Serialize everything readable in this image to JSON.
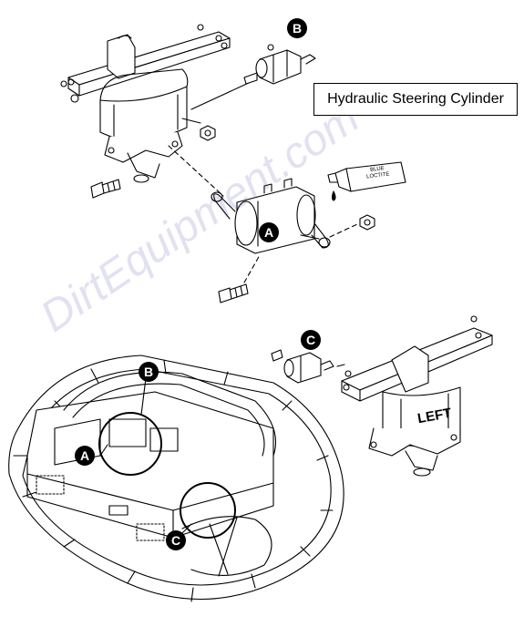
{
  "title": "Hydraulic Steering Cylinder",
  "watermark": "DirtEquipment.com",
  "tube_label": {
    "line1": "BLUE",
    "line2": "LOCTITE"
  },
  "side_label": "LEFT",
  "callouts": [
    {
      "id": "B",
      "label": "B"
    },
    {
      "id": "A",
      "label": "A"
    },
    {
      "id": "C",
      "label": "C"
    },
    {
      "id": "B2",
      "label": "B"
    },
    {
      "id": "A2",
      "label": "A"
    },
    {
      "id": "C2",
      "label": "C"
    }
  ],
  "colors": {
    "line": "#000000",
    "watermark": "#4646aa",
    "callout_fill": "#000000"
  }
}
